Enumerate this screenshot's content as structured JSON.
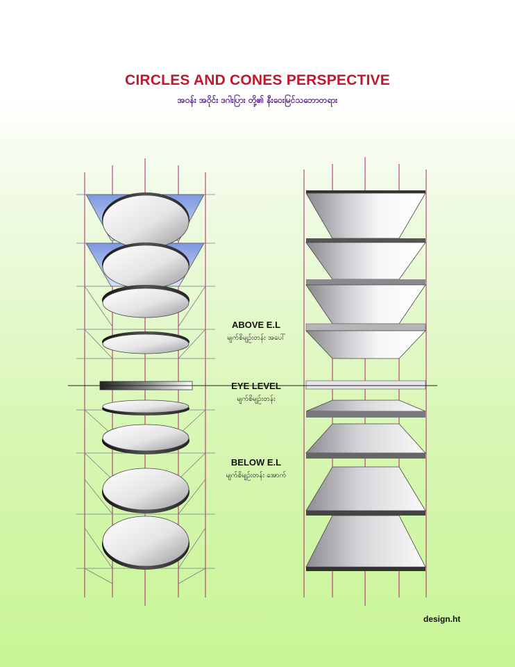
{
  "title": "CIRCLES AND CONES PERSPECTIVE",
  "subtitle": "အဝန်း အဝိုင်း ဒဂါးပြား တို့၏ နီးဝေးမြင်သဘောတရား",
  "labels": {
    "above": "ABOVE E.L",
    "above_sub": "မျက်စိမျဥ်းတန်း အပေါ်",
    "eye": "EYE LEVEL",
    "eye_sub": "မျက်စိမျဥ်းတန်း",
    "below": "BELOW E.L",
    "below_sub": "မျက်စိမျဥ်းတန်း အောက်"
  },
  "credit": "design.ht",
  "colors": {
    "guide": "#b0246e",
    "cone_blue": "#8ea6e6",
    "edge_dark": "#333333"
  }
}
